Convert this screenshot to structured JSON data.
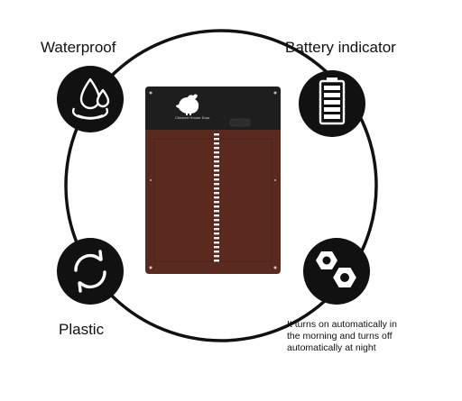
{
  "features": {
    "waterproof": {
      "label": "Waterproof",
      "icon": "water-drops-icon"
    },
    "battery": {
      "label": "Battery indicator",
      "icon": "battery-icon"
    },
    "plastic": {
      "label": "Plastic",
      "icon": "recycle-arrows-icon"
    },
    "automatic": {
      "label": "It turns on automatically in the morning and turns off automatically at night",
      "icon": "hex-nuts-icon"
    }
  },
  "door": {
    "brand_text": "Chicken House Door"
  },
  "colors": {
    "door_panel": "#5a2a1e",
    "door_head": "#1e1e1e",
    "icon_bg": "#111111",
    "ring": "#111111"
  }
}
